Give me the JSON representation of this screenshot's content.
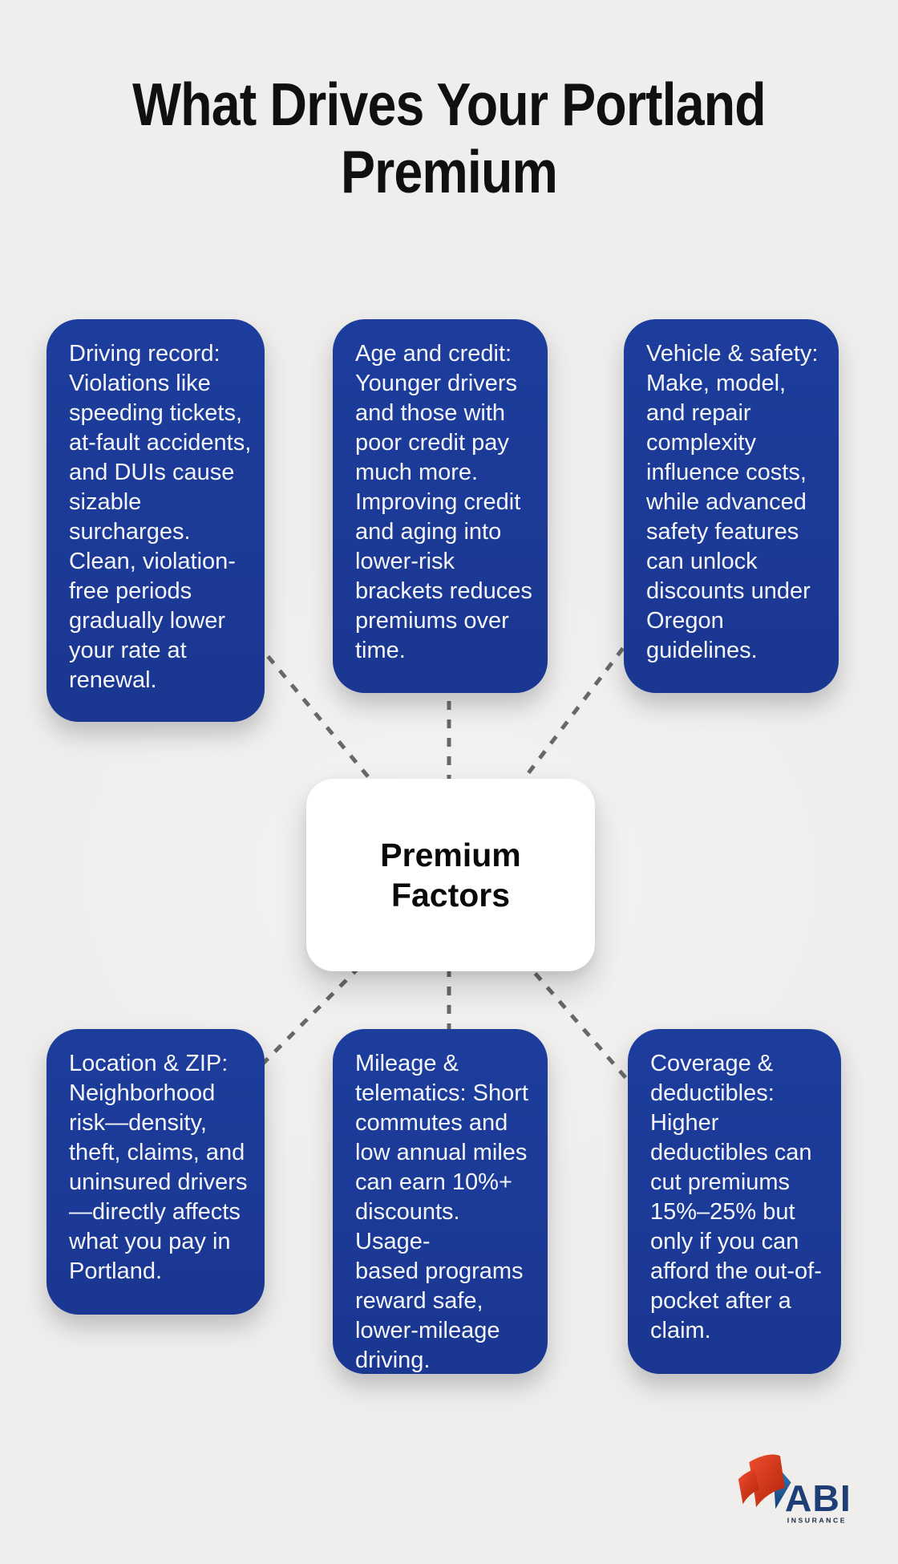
{
  "page": {
    "title": "What Drives Your Portland\nPremium"
  },
  "center_node": {
    "label": "Premium\nFactors"
  },
  "factors": [
    {
      "name": "driving-record",
      "text": "Driving record:\nViolations like\nspeeding tickets,\nat-fault accidents,\nand DUIs cause\nsizable\nsurcharges.\nClean, violation-\nfree periods\ngradually lower\nyour rate at\nrenewal."
    },
    {
      "name": "age-and-credit",
      "text": "Age and credit:\nYounger drivers\nand those with\npoor credit pay\nmuch more.\nImproving credit\nand aging into\nlower-risk\nbrackets reduces\npremiums over\ntime."
    },
    {
      "name": "vehicle-and-safety",
      "text": "Vehicle & safety:\nMake, model,\nand repair\ncomplexity\ninfluence costs,\nwhile advanced\nsafety features\ncan unlock\ndiscounts under\nOregon\nguidelines."
    },
    {
      "name": "location-and-zip",
      "text": "Location & ZIP:\nNeighborhood\nrisk—density,\ntheft, claims, and\nuninsured drivers\n—directly affects\nwhat you pay in\nPortland."
    },
    {
      "name": "mileage-and-telematics",
      "text": "Mileage &\ntelematics: Short\ncommutes and\nlow annual miles\ncan earn 10%+\ndiscounts. Usage-\nbased programs\nreward safe,\nlower-mileage\ndriving."
    },
    {
      "name": "coverage-and-deductibles",
      "text": "Coverage &\ndeductibles:\nHigher\ndeductibles can\ncut premiums\n15%–25% but\nonly if you can\nafford the out-of-\npocket after a\nclaim."
    }
  ],
  "logo": {
    "brand": "ABI",
    "tagline": "INSURANCE"
  },
  "colors": {
    "background": "#efeeec",
    "card_blue": "#1b3997",
    "connector_gray": "#686868",
    "title_black": "#101010",
    "card_text": "#f4f6fb",
    "logo_red": "#d93a21",
    "logo_triangle_blue": "#2f77bd",
    "logo_navy": "#1e3f76"
  }
}
